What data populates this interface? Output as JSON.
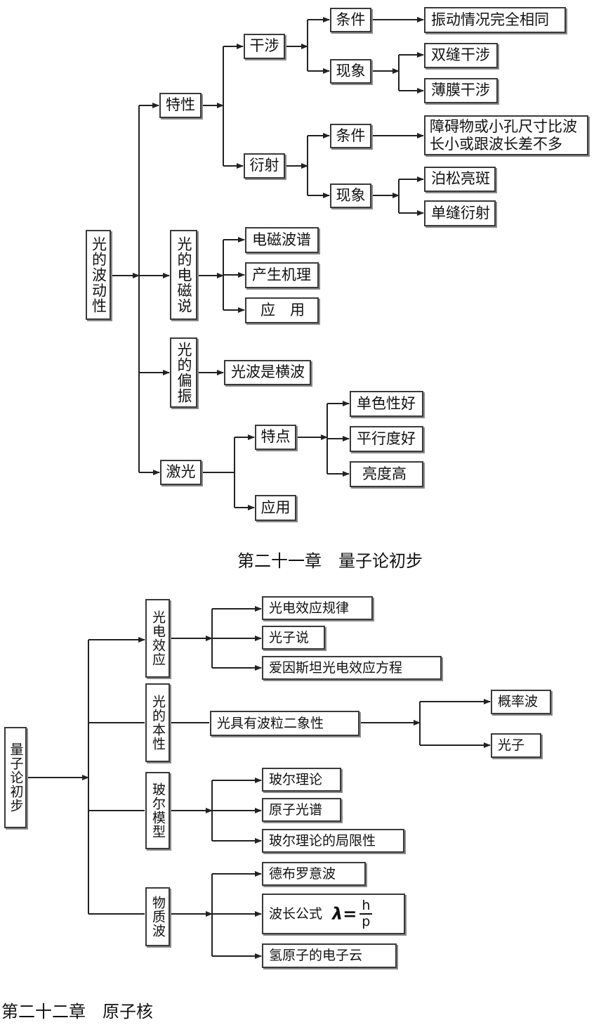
{
  "diagram1": {
    "root": "光的波动性",
    "interference": "干涉",
    "property": "特性",
    "condition1": "条件",
    "condition1_text": "振动情况完全相同",
    "phenomenon1": "现象",
    "double_slit": "双缝干涉",
    "thin_film": "薄膜干涉",
    "diffraction": "衍射",
    "condition2": "条件",
    "condition2_text": "障碍物或小孔尺寸比波长小或跟波长差不多",
    "phenomenon2": "现象",
    "poisson_spot": "泊松亮斑",
    "single_slit": "单缝衍射",
    "em_theory": "光的电磁说",
    "em_spectrum": "电磁波谱",
    "mechanism": "产生机理",
    "application1": "应　用",
    "polarization": "光的偏振",
    "transverse": "光波是横波",
    "laser": "激光",
    "features": "特点",
    "monochromatic": "单色性好",
    "parallel": "平行度好",
    "brightness": "亮度高",
    "laser_app": "应用"
  },
  "heading1": "第二十一章　量子论初步",
  "diagram2": {
    "root": "量子论初步",
    "photoelectric": "光电效应",
    "pe_law": "光电效应规律",
    "photon_theory": "光子说",
    "einstein_eq": "爱因斯坦光电效应方程",
    "nature": "光的本性",
    "duality": "光具有波粒二象性",
    "probability_wave": "概率波",
    "photon": "光子",
    "bohr_model": "玻尔模型",
    "bohr_theory": "玻尔理论",
    "atomic_spectrum": "原子光谱",
    "bohr_limits": "玻尔理论的局限性",
    "matter_wave": "物质波",
    "de_broglie": "德布罗意波",
    "wavelength_formula": "波长公式",
    "formula_symbol": "λ=",
    "formula_num": "h",
    "formula_den": "p",
    "electron_cloud": "氢原子的电子云"
  },
  "heading2": "第二十二章　原子核"
}
